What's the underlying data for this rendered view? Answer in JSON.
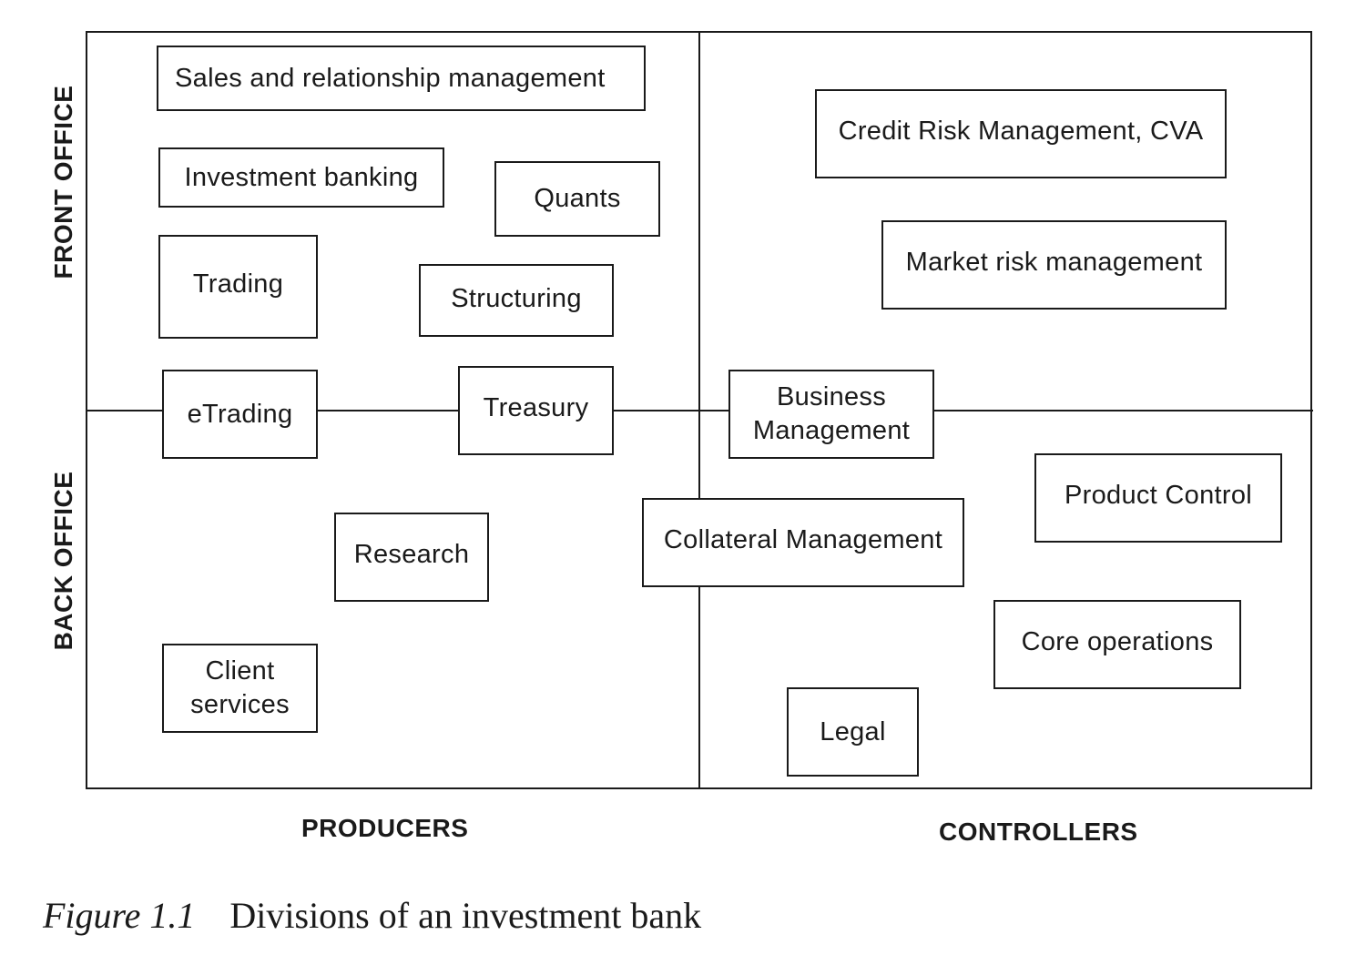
{
  "axes": {
    "front_office": "FRONT OFFICE",
    "back_office": "BACK OFFICE",
    "producers": "PRODUCERS",
    "controllers": "CONTROLLERS"
  },
  "boxes": {
    "sales": "Sales and relationship management",
    "investment_banking": "Investment banking",
    "quants": "Quants",
    "trading": "Trading",
    "structuring": "Structuring",
    "etrading": "eTrading",
    "treasury": "Treasury",
    "research": "Research",
    "client_services": "Client services",
    "credit_risk": "Credit Risk Management, CVA",
    "market_risk": "Market risk management",
    "business_management": "Business Management",
    "product_control": "Product Control",
    "collateral_management": "Collateral Management",
    "core_operations": "Core operations",
    "legal": "Legal"
  },
  "caption": {
    "number": "Figure 1.1",
    "title": "Divisions of an investment bank"
  }
}
